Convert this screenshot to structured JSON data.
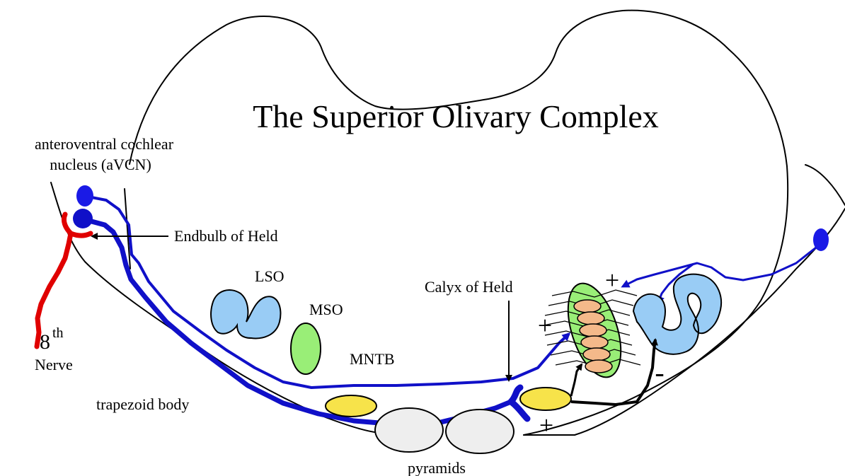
{
  "title": "The Superior Olivary Complex",
  "labels": {
    "avcn_line1": "anteroventral cochlear",
    "avcn_line2": "nucleus (aVCN)",
    "endbulb": "Endbulb of Held",
    "calyx": "Calyx of Held",
    "lso": "LSO",
    "mso": "MSO",
    "mntb": "MNTB",
    "nerve_num": "8",
    "nerve_sup": "th",
    "nerve_word": "Nerve",
    "trapezoid": "trapezoid body",
    "pyramids": "pyramids",
    "plus": "+",
    "minus": "-"
  },
  "colors": {
    "nerve": "#e00000",
    "axon": "#1010c8",
    "aVCN_cell": "#1a1ae6",
    "lso": "#99ccf5",
    "mso": "#99ee77",
    "mntb": "#f7e34a",
    "mntb_cells": "#f4b98a",
    "pyramids": "#eeeeee"
  }
}
